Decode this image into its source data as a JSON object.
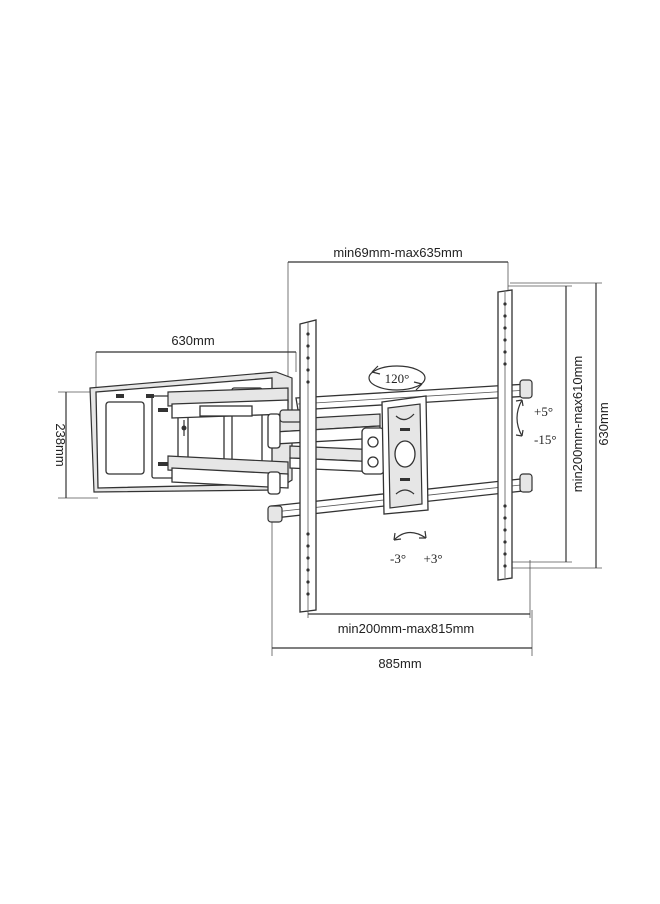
{
  "diagram": {
    "dimensions": {
      "arm_extension": "630mm",
      "wall_plate_height": "238mm",
      "horizontal_spacing": "min69mm-max635mm",
      "vertical_spacing": "min200mm-max610mm",
      "vesa_width": "min200mm-max815mm",
      "overall_width": "885mm",
      "overall_height": "630mm"
    },
    "angles": {
      "swivel": "120°",
      "tilt_up": "+5°",
      "tilt_down": "-15°",
      "level_minus": "-3°",
      "level_plus": "+3°"
    }
  }
}
